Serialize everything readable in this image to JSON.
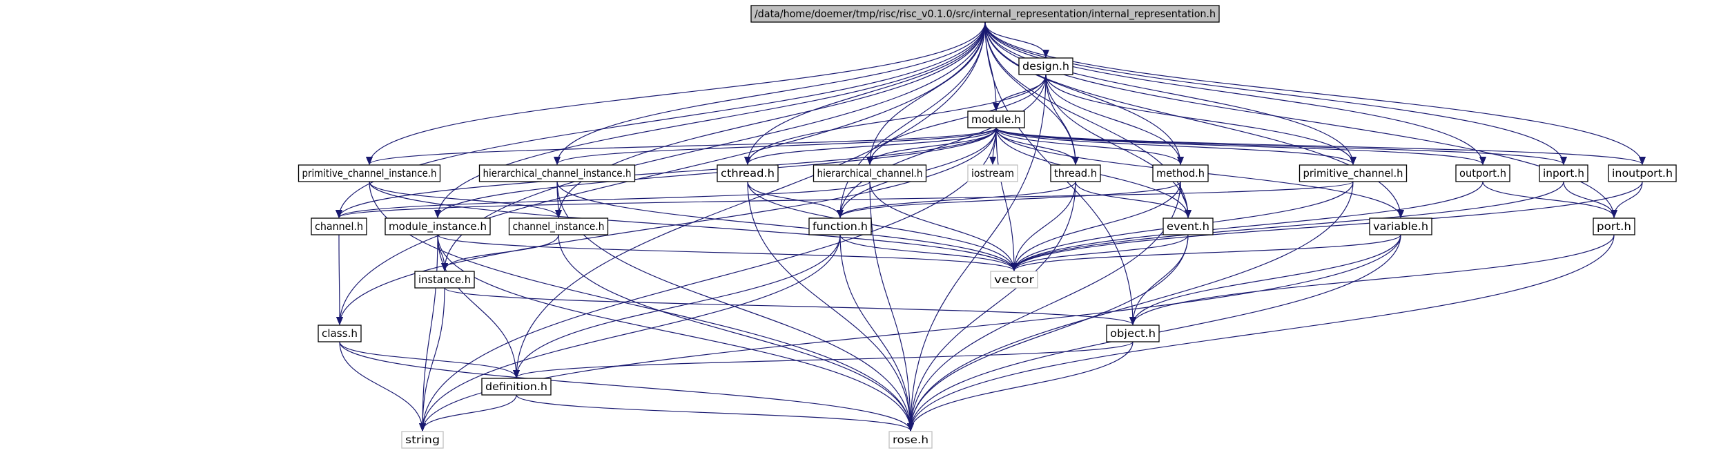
{
  "root": "/data/home/doemer/tmp/risc/risc_v0.1.0/src/internal_representation/internal_representation.h",
  "colors": {
    "edge": "#191970",
    "root_fill": "#bfbfbf",
    "node_fill": "#ffffff",
    "external_border": "#bfbfbf"
  },
  "nodes": [
    {
      "id": "internal_representation",
      "label": "/data/home/doemer/tmp/risc/risc_v0.1.0/src/internal_representation/internal_representation.h",
      "kind": "root"
    },
    {
      "id": "design",
      "label": "design.h",
      "kind": "header"
    },
    {
      "id": "module",
      "label": "module.h",
      "kind": "header"
    },
    {
      "id": "primitive_channel_instance",
      "label": "primitive_channel_instance.h",
      "kind": "header"
    },
    {
      "id": "hierarchical_channel_instance",
      "label": "hierarchical_channel_instance.h",
      "kind": "header"
    },
    {
      "id": "cthread",
      "label": "cthread.h",
      "kind": "header"
    },
    {
      "id": "hierarchical_channel",
      "label": "hierarchical_channel.h",
      "kind": "header"
    },
    {
      "id": "iostream",
      "label": "iostream",
      "kind": "external"
    },
    {
      "id": "thread",
      "label": "thread.h",
      "kind": "header"
    },
    {
      "id": "method",
      "label": "method.h",
      "kind": "header"
    },
    {
      "id": "primitive_channel",
      "label": "primitive_channel.h",
      "kind": "header"
    },
    {
      "id": "outport",
      "label": "outport.h",
      "kind": "header"
    },
    {
      "id": "inport",
      "label": "inport.h",
      "kind": "header"
    },
    {
      "id": "inoutport",
      "label": "inoutport.h",
      "kind": "header"
    },
    {
      "id": "channel",
      "label": "channel.h",
      "kind": "header"
    },
    {
      "id": "module_instance",
      "label": "module_instance.h",
      "kind": "header"
    },
    {
      "id": "channel_instance",
      "label": "channel_instance.h",
      "kind": "header"
    },
    {
      "id": "function",
      "label": "function.h",
      "kind": "header"
    },
    {
      "id": "event",
      "label": "event.h",
      "kind": "header"
    },
    {
      "id": "variable",
      "label": "variable.h",
      "kind": "header"
    },
    {
      "id": "port",
      "label": "port.h",
      "kind": "header"
    },
    {
      "id": "vector",
      "label": "vector",
      "kind": "external"
    },
    {
      "id": "instance",
      "label": "instance.h",
      "kind": "header"
    },
    {
      "id": "class",
      "label": "class.h",
      "kind": "header"
    },
    {
      "id": "object",
      "label": "object.h",
      "kind": "header"
    },
    {
      "id": "definition",
      "label": "definition.h",
      "kind": "header"
    },
    {
      "id": "string",
      "label": "string",
      "kind": "external"
    },
    {
      "id": "rose",
      "label": "rose.h",
      "kind": "external"
    }
  ],
  "edges": [
    [
      "internal_representation",
      "design"
    ],
    [
      "internal_representation",
      "module"
    ],
    [
      "internal_representation",
      "primitive_channel_instance"
    ],
    [
      "internal_representation",
      "hierarchical_channel_instance"
    ],
    [
      "internal_representation",
      "cthread"
    ],
    [
      "internal_representation",
      "hierarchical_channel"
    ],
    [
      "internal_representation",
      "thread"
    ],
    [
      "internal_representation",
      "method"
    ],
    [
      "internal_representation",
      "primitive_channel"
    ],
    [
      "internal_representation",
      "outport"
    ],
    [
      "internal_representation",
      "inport"
    ],
    [
      "internal_representation",
      "inoutport"
    ],
    [
      "internal_representation",
      "channel"
    ],
    [
      "internal_representation",
      "module_instance"
    ],
    [
      "internal_representation",
      "channel_instance"
    ],
    [
      "internal_representation",
      "function"
    ],
    [
      "internal_representation",
      "event"
    ],
    [
      "internal_representation",
      "variable"
    ],
    [
      "internal_representation",
      "port"
    ],
    [
      "internal_representation",
      "instance"
    ],
    [
      "internal_representation",
      "class"
    ],
    [
      "internal_representation",
      "object"
    ],
    [
      "internal_representation",
      "definition"
    ],
    [
      "design",
      "module"
    ],
    [
      "design",
      "cthread"
    ],
    [
      "design",
      "hierarchical_channel"
    ],
    [
      "design",
      "thread"
    ],
    [
      "design",
      "method"
    ],
    [
      "design",
      "primitive_channel"
    ],
    [
      "design",
      "event"
    ],
    [
      "design",
      "function"
    ],
    [
      "design",
      "rose"
    ],
    [
      "module",
      "primitive_channel_instance"
    ],
    [
      "module",
      "hierarchical_channel_instance"
    ],
    [
      "module",
      "cthread"
    ],
    [
      "module",
      "hierarchical_channel"
    ],
    [
      "module",
      "iostream"
    ],
    [
      "module",
      "thread"
    ],
    [
      "module",
      "method"
    ],
    [
      "module",
      "primitive_channel"
    ],
    [
      "module",
      "outport"
    ],
    [
      "module",
      "inport"
    ],
    [
      "module",
      "inoutport"
    ],
    [
      "module",
      "channel"
    ],
    [
      "module",
      "module_instance"
    ],
    [
      "module",
      "function"
    ],
    [
      "module",
      "event"
    ],
    [
      "module",
      "variable"
    ],
    [
      "module",
      "vector"
    ],
    [
      "module",
      "class"
    ],
    [
      "module",
      "string"
    ],
    [
      "primitive_channel_instance",
      "channel_instance"
    ],
    [
      "primitive_channel_instance",
      "vector"
    ],
    [
      "primitive_channel_instance",
      "rose"
    ],
    [
      "hierarchical_channel_instance",
      "channel_instance"
    ],
    [
      "hierarchical_channel_instance",
      "vector"
    ],
    [
      "hierarchical_channel_instance",
      "rose"
    ],
    [
      "cthread",
      "function"
    ],
    [
      "cthread",
      "vector"
    ],
    [
      "cthread",
      "rose"
    ],
    [
      "hierarchical_channel",
      "channel"
    ],
    [
      "hierarchical_channel",
      "vector"
    ],
    [
      "hierarchical_channel",
      "rose"
    ],
    [
      "thread",
      "function"
    ],
    [
      "thread",
      "event"
    ],
    [
      "thread",
      "vector"
    ],
    [
      "thread",
      "rose"
    ],
    [
      "method",
      "function"
    ],
    [
      "method",
      "event"
    ],
    [
      "method",
      "vector"
    ],
    [
      "method",
      "rose"
    ],
    [
      "primitive_channel",
      "channel"
    ],
    [
      "primitive_channel",
      "vector"
    ],
    [
      "primitive_channel",
      "rose"
    ],
    [
      "outport",
      "port"
    ],
    [
      "outport",
      "vector"
    ],
    [
      "inport",
      "port"
    ],
    [
      "inport",
      "vector"
    ],
    [
      "inoutport",
      "port"
    ],
    [
      "inoutport",
      "vector"
    ],
    [
      "channel",
      "class"
    ],
    [
      "module_instance",
      "instance"
    ],
    [
      "module_instance",
      "vector"
    ],
    [
      "module_instance",
      "definition"
    ],
    [
      "module_instance",
      "string"
    ],
    [
      "module_instance",
      "rose"
    ],
    [
      "channel_instance",
      "instance"
    ],
    [
      "channel_instance",
      "rose"
    ],
    [
      "function",
      "vector"
    ],
    [
      "function",
      "rose"
    ],
    [
      "function",
      "string"
    ],
    [
      "function",
      "definition"
    ],
    [
      "event",
      "vector"
    ],
    [
      "event",
      "object"
    ],
    [
      "event",
      "rose"
    ],
    [
      "variable",
      "vector"
    ],
    [
      "variable",
      "object"
    ],
    [
      "variable",
      "rose"
    ],
    [
      "variable",
      "string"
    ],
    [
      "port",
      "object"
    ],
    [
      "port",
      "rose"
    ],
    [
      "instance",
      "object"
    ],
    [
      "instance",
      "string"
    ],
    [
      "class",
      "definition"
    ],
    [
      "class",
      "string"
    ],
    [
      "class",
      "rose"
    ],
    [
      "object",
      "definition"
    ],
    [
      "object",
      "rose"
    ],
    [
      "definition",
      "string"
    ],
    [
      "definition",
      "rose"
    ]
  ]
}
